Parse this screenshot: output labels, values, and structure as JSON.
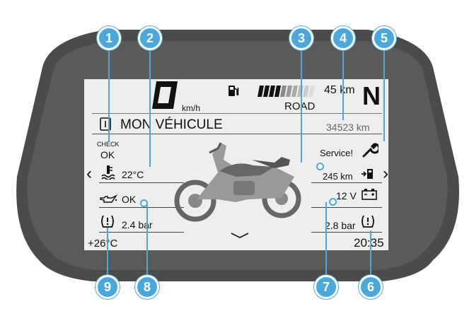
{
  "colors": {
    "accent": "#4aa8dc",
    "screen": "#eeeeee",
    "bezel": "#4b4b4b",
    "text": "#111111"
  },
  "status_bar": {
    "speed_unit": "km/h",
    "fuel_range": "45 km",
    "riding_mode": "ROAD",
    "gear": "N"
  },
  "menu": {
    "title": "MON VÉHICULE",
    "odometer": "34523 km",
    "prev_arrow": "‹",
    "next_arrow": "›"
  },
  "values": {
    "check_label": "CHECK",
    "check_status": "OK",
    "coolant_temp": "22°C",
    "oil_status": "OK",
    "front_tyre_pressure": "2.4 bar",
    "ambient_temp": "+26°C",
    "service_label": "Service!",
    "remaining_range": "245 km",
    "battery_voltage": "12 V",
    "rear_tyre_pressure": "2.8 bar",
    "clock": "20:35"
  },
  "callouts": [
    "1",
    "2",
    "3",
    "4",
    "5",
    "6",
    "7",
    "8",
    "9"
  ],
  "icons": [
    "fuel-pump-icon",
    "drive-mode-bars-icon",
    "book-icon",
    "wrench-icon",
    "coolant-temp-icon",
    "fuel-refill-icon",
    "oil-can-icon",
    "battery-icon",
    "tyre-pressure-icon",
    "scroll-down-chevron-icon",
    "motorcycle-image"
  ]
}
